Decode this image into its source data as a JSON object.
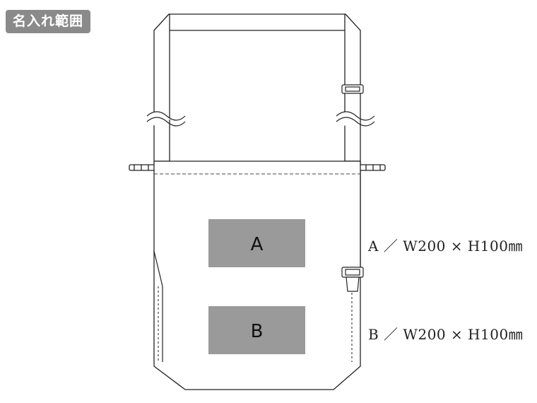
{
  "header": {
    "badge_label": "名入れ範囲"
  },
  "print_areas": [
    {
      "letter": "A",
      "spec": "A ／ W200 × H100㎜"
    },
    {
      "letter": "B",
      "spec": "B ／ W200 × H100㎜"
    }
  ],
  "colors": {
    "badge_bg": "#8a8a8a",
    "print_area": "#9a9a9a",
    "outline": "#222222"
  }
}
